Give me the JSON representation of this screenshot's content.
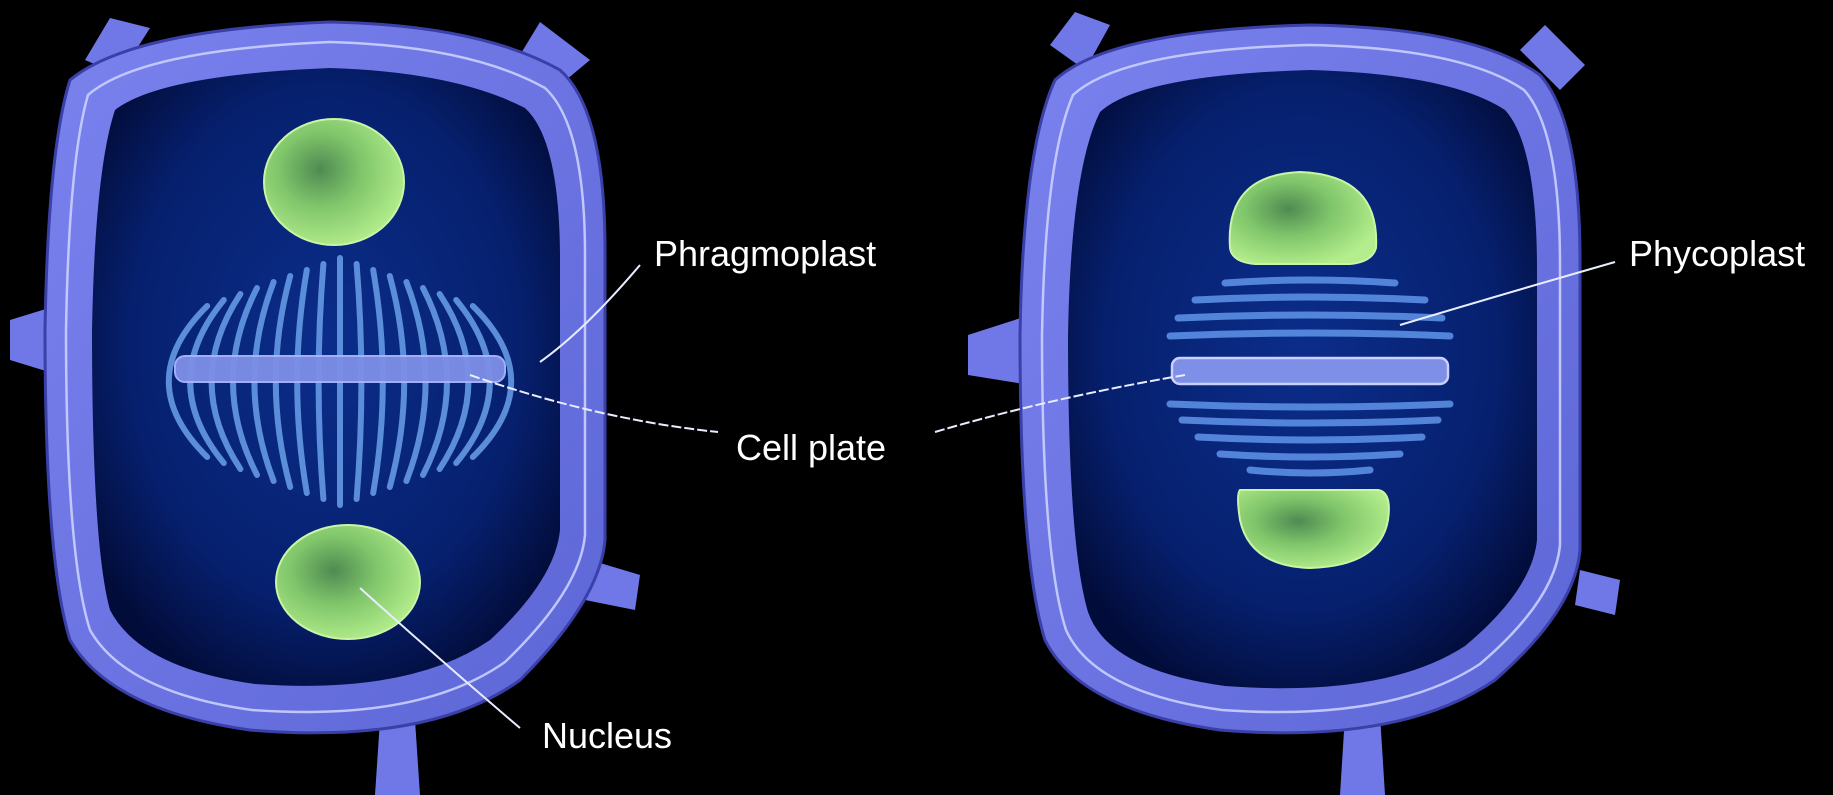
{
  "labels": {
    "phragmoplast": "Phragmoplast",
    "phycoplast": "Phycoplast",
    "cell_plate": "Cell plate",
    "nucleus": "Nucleus"
  },
  "colors": {
    "background": "#000000",
    "cell_wall": "#6f78e6",
    "cell_wall_highlight": "#c9d0ff",
    "cytoplasm": "#061a63",
    "nucleus": "#8fd06a",
    "microtubules": "#6aa0ea",
    "cell_plate": "#7d8fe6",
    "label_text": "#ffffff"
  }
}
